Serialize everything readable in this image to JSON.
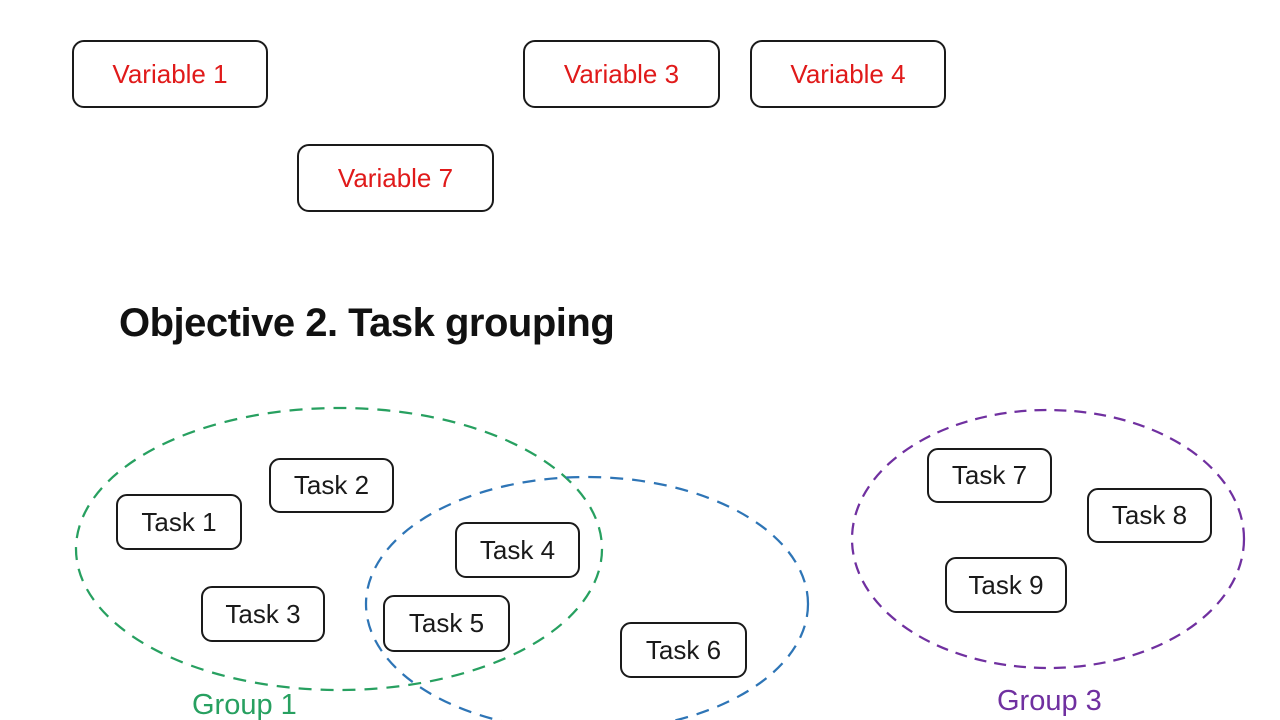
{
  "slide": {
    "title": "Objective 2. Task grouping"
  },
  "variables": [
    {
      "label": "Variable 1"
    },
    {
      "label": "Variable 3"
    },
    {
      "label": "Variable 4"
    },
    {
      "label": "Variable 7"
    }
  ],
  "tasks": [
    {
      "label": "Task 1"
    },
    {
      "label": "Task 2"
    },
    {
      "label": "Task 3"
    },
    {
      "label": "Task 4"
    },
    {
      "label": "Task 5"
    },
    {
      "label": "Task 6"
    },
    {
      "label": "Task 7"
    },
    {
      "label": "Task 8"
    },
    {
      "label": "Task 9"
    }
  ],
  "group_labels": [
    {
      "text": "Group 1"
    },
    {
      "text": "Group 3"
    }
  ],
  "colors": {
    "background": "#FFFFFF",
    "variable_text": "#E01A1A",
    "task_text": "#1A1A1A",
    "box_border": "#1A1A1A",
    "title_text": "#111111",
    "group1_green": "#27A060",
    "group2_blue": "#2E75B6",
    "group3_purple": "#7030A0"
  }
}
